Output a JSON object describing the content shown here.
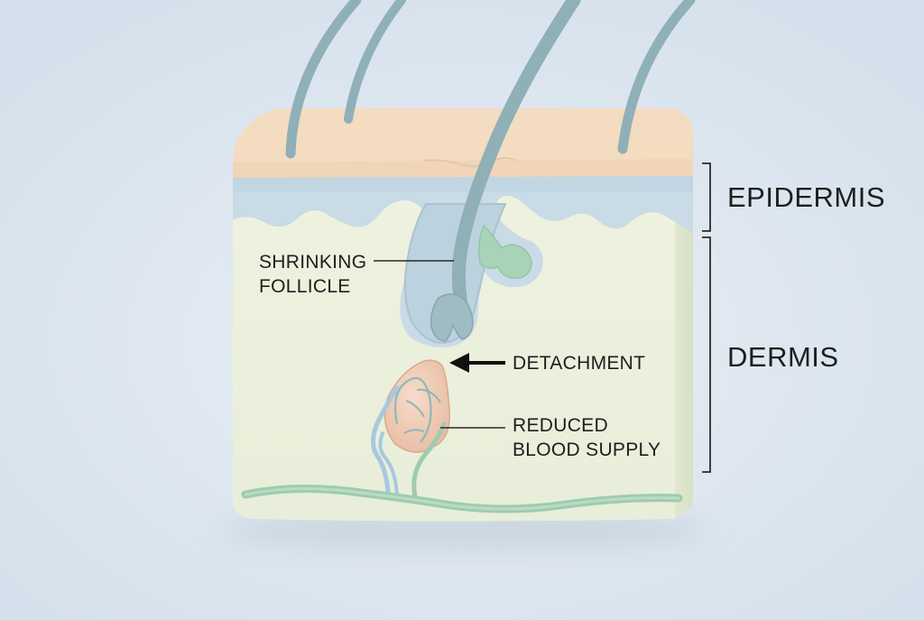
{
  "diagram": {
    "layers": {
      "epidermis": "EPIDERMIS",
      "dermis": "DERMIS"
    },
    "annotations": {
      "shrinking_follicle": [
        "SHRINKING",
        "FOLLICLE"
      ],
      "detachment": "DETACHMENT",
      "reduced_blood_supply": [
        "REDUCED",
        "BLOOD SUPPLY"
      ]
    },
    "colors": {
      "background": "#dde6ef",
      "skin_surface": "#f3dcc0",
      "epidermis": "#c9dbe6",
      "dermis": "#eef1de",
      "hair": "#8fb0b7",
      "papilla": "#f1cdb8",
      "blood_vessel": "#9fcbb0"
    }
  }
}
